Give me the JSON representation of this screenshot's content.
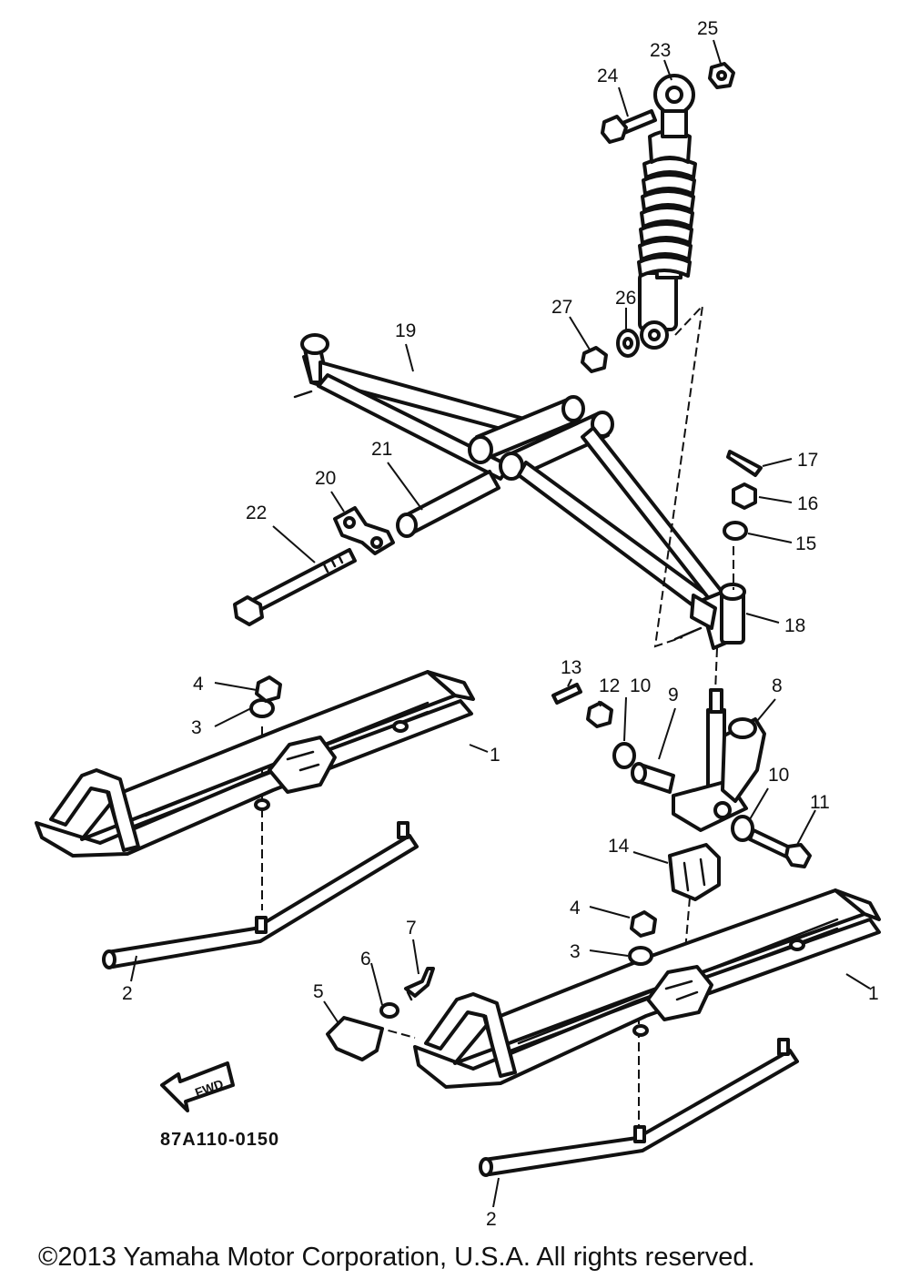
{
  "diagram": {
    "callouts": {
      "c1a": "1",
      "c1b": "1",
      "c2a": "2",
      "c2b": "2",
      "c3a": "3",
      "c3b": "3",
      "c4a": "4",
      "c4b": "4",
      "c5": "5",
      "c6": "6",
      "c7": "7",
      "c8": "8",
      "c9": "9",
      "c10a": "10",
      "c10b": "10",
      "c11": "11",
      "c12": "12",
      "c13": "13",
      "c14": "14",
      "c15": "15",
      "c16": "16",
      "c17": "17",
      "c18": "18",
      "c19": "19",
      "c20": "20",
      "c21": "21",
      "c22": "22",
      "c23": "23",
      "c24": "24",
      "c25": "25",
      "c26": "26",
      "c27": "27"
    },
    "fwd_label": "FWD",
    "figure_code": "87A110-0150",
    "copyright": "©2013 Yamaha Motor Corporation, U.S.A. All rights reserved."
  }
}
